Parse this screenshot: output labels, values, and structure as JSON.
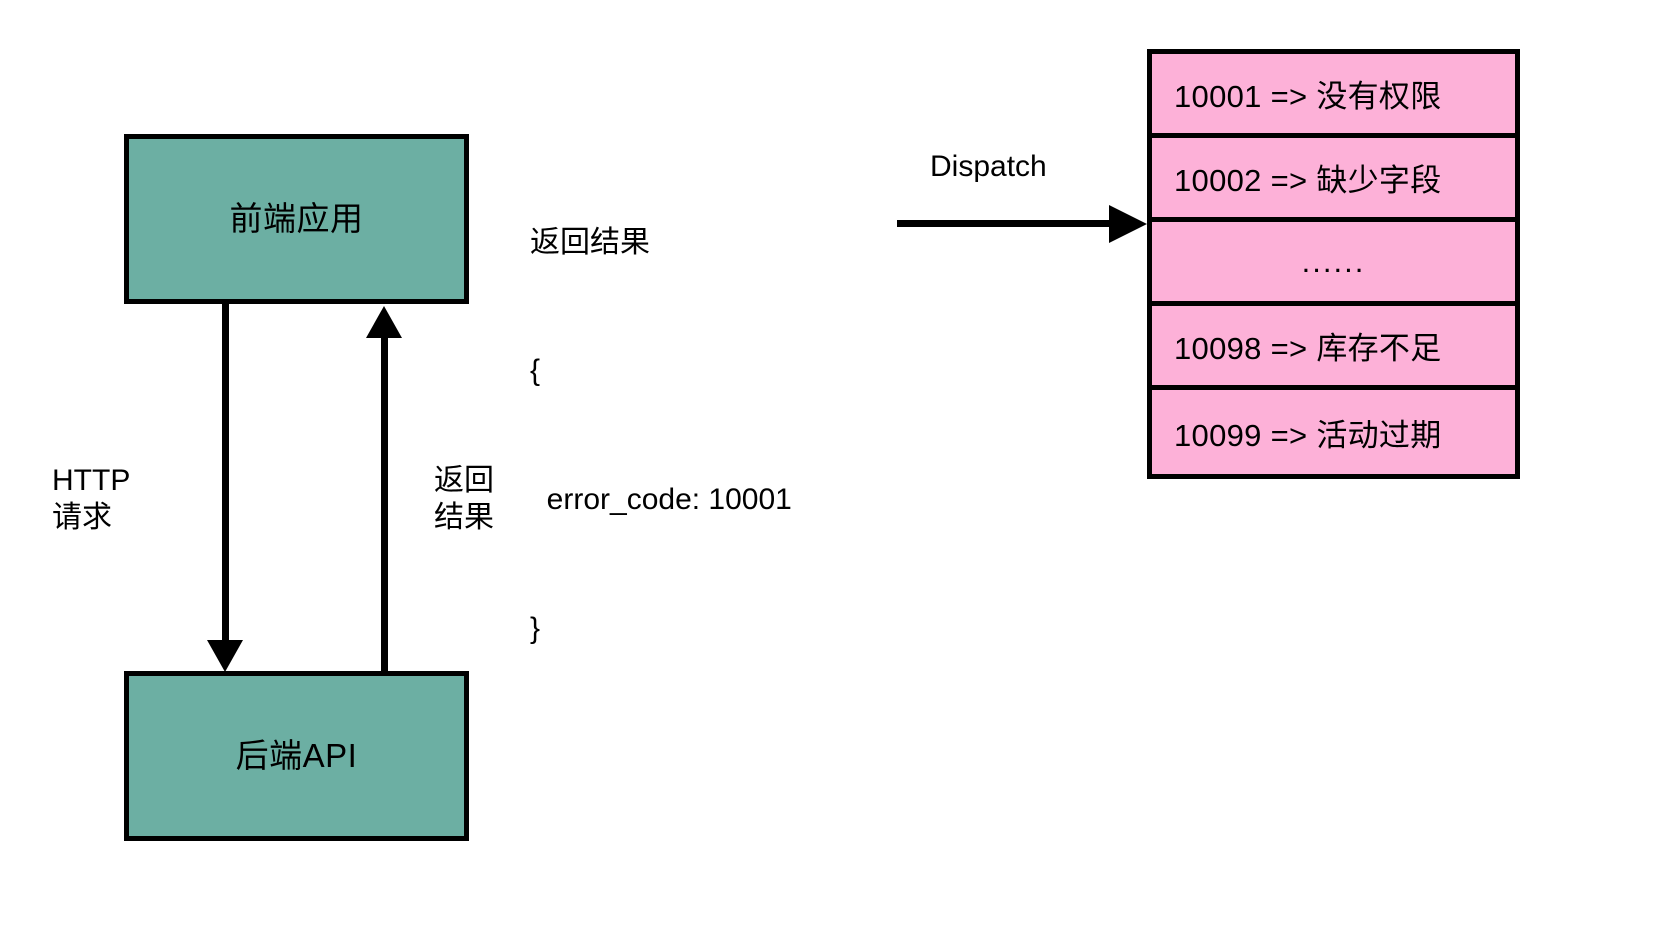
{
  "diagram": {
    "boxes": {
      "frontend": {
        "label": "前端应用"
      },
      "backend": {
        "label": "后端API"
      }
    },
    "edges": {
      "request": {
        "caption": "HTTP\n请求"
      },
      "response": {
        "caption": "返回\n结果"
      },
      "dispatch": {
        "label": "Dispatch"
      }
    },
    "payload": {
      "title": "返回结果",
      "open_brace": "{",
      "field": "  error_code: 10001",
      "close_brace": "}"
    },
    "error_table": {
      "rows": [
        {
          "text": "10001 => 没有权限"
        },
        {
          "text": "10002 => 缺少字段"
        },
        {
          "text": "......"
        },
        {
          "text": "10098 => 库存不足"
        },
        {
          "text": "10099 => 活动过期"
        }
      ]
    },
    "colors": {
      "box_fill": "#6CAFA3",
      "table_fill": "#FDB1D8",
      "stroke": "#000000",
      "background": "#FFFFFF"
    }
  }
}
